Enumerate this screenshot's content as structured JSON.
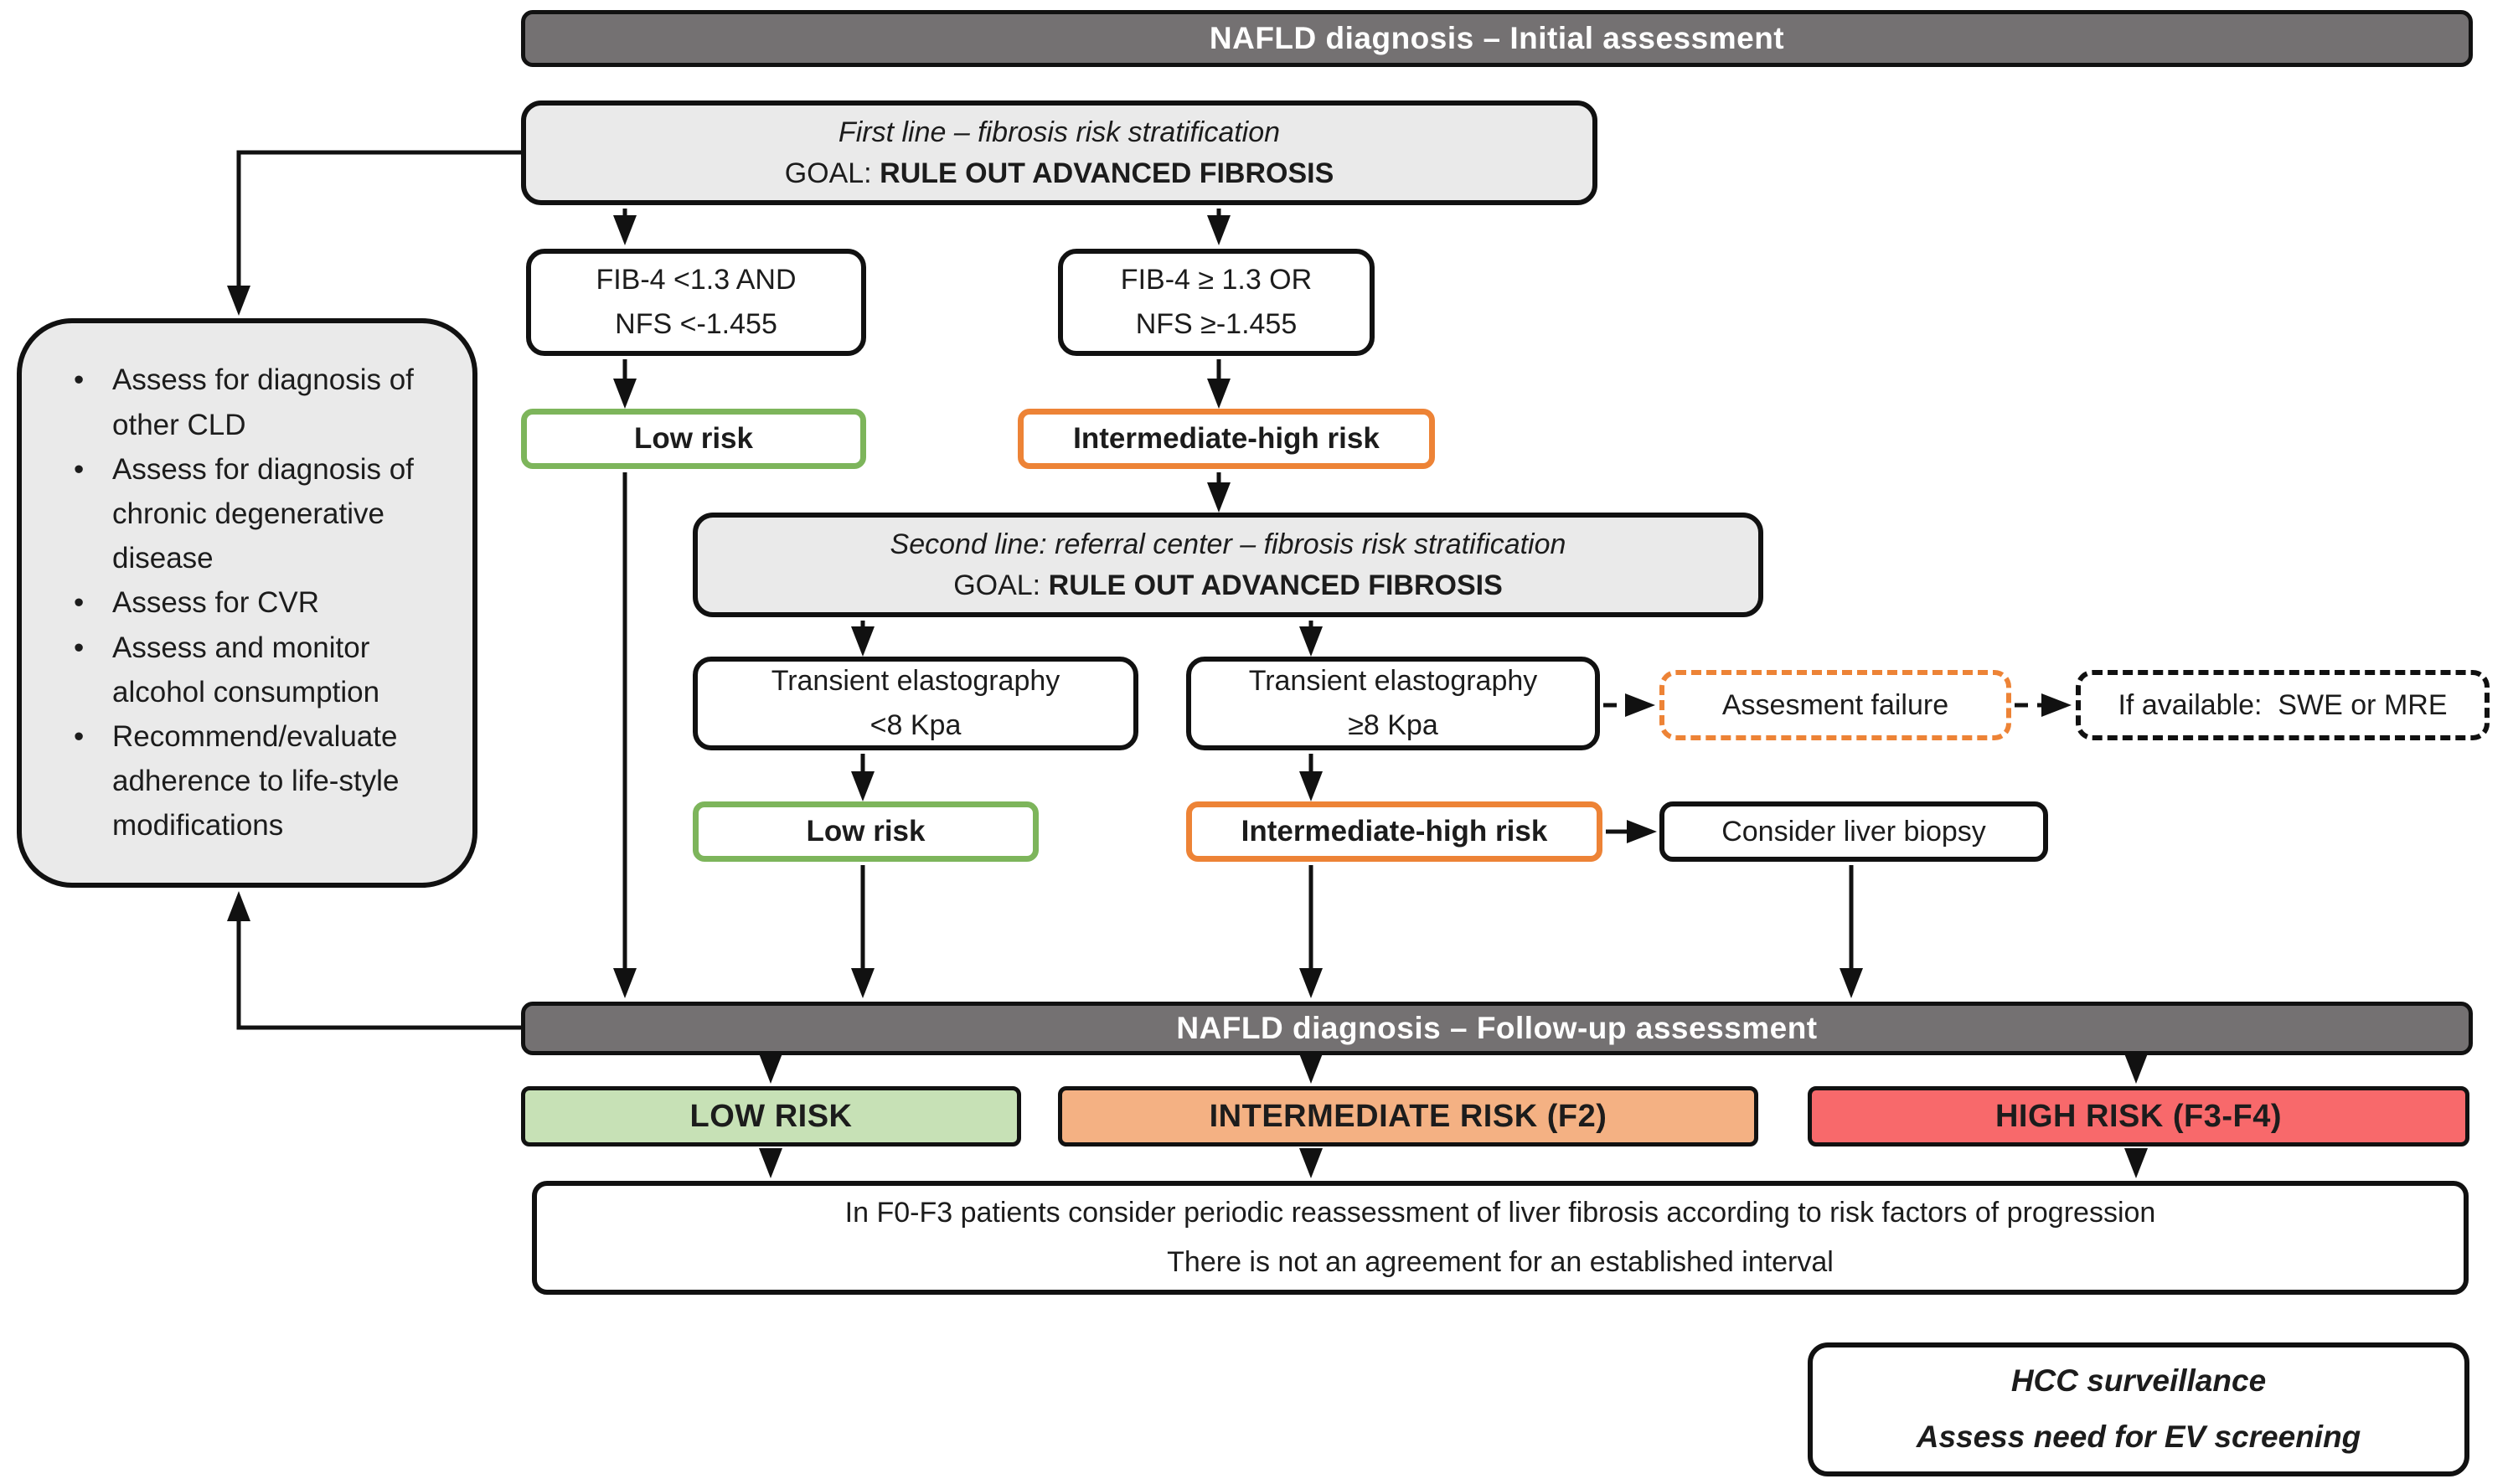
{
  "palette": {
    "banner_gray": "#747172",
    "panel_gray": "#eaeaea",
    "line_black": "#111111",
    "green_border": "#7db55b",
    "orange_border": "#ed8336",
    "green_fill": "#c7e1b6",
    "orange_fill": "#f4b183",
    "red_fill": "#f8696b"
  },
  "banners": {
    "initial": "NAFLD diagnosis – Initial assessment",
    "followup": "NAFLD diagnosis – Follow-up assessment"
  },
  "first_line": {
    "title": "First line – fibrosis risk stratification",
    "goal_label": "GOAL:",
    "goal_text": "RULE OUT ADVANCED FIBROSIS"
  },
  "second_line": {
    "title": "Second line: referral center – fibrosis risk stratification",
    "goal_label": "GOAL:",
    "goal_text": "RULE OUT ADVANCED FIBROSIS"
  },
  "left_panel": {
    "items": [
      "Assess for diagnosis of other CLD",
      "Assess for diagnosis of chronic degenerative disease",
      "Assess for CVR",
      "Assess and monitor alcohol consumption",
      "Recommend/evaluate adherence to life-style modifications"
    ]
  },
  "nodes": {
    "fib4_low": {
      "line1": "FIB-4 <1.3 AND",
      "line2": "NFS <-1.455"
    },
    "fib4_high": {
      "line1": "FIB-4 ≥ 1.3 OR",
      "line2": "NFS ≥-1.455"
    },
    "low_risk_1": "Low risk",
    "int_high_1": "Intermediate-high risk",
    "te_low": {
      "line1": "Transient elastography",
      "line2": "<8 Kpa"
    },
    "te_high": {
      "line1": "Transient elastography",
      "line2": "≥8 Kpa"
    },
    "assessment_failure": "Assesment failure",
    "if_available": "If available:  SWE or MRE",
    "low_risk_2": "Low risk",
    "int_high_2": "Intermediate-high risk",
    "consider_biopsy": "Consider liver biopsy",
    "low_risk_final": "LOW RISK",
    "intermediate_risk_final": "INTERMEDIATE RISK (F2)",
    "high_risk_final": "HIGH RISK (F3-F4)",
    "reassessment": {
      "line1": "In F0-F3 patients consider periodic reassessment of liver fibrosis according to risk factors of progression",
      "line2": "There is not an agreement for an established interval"
    },
    "hcc": {
      "line1": "HCC surveillance",
      "line2": "Assess need for EV screening"
    }
  }
}
